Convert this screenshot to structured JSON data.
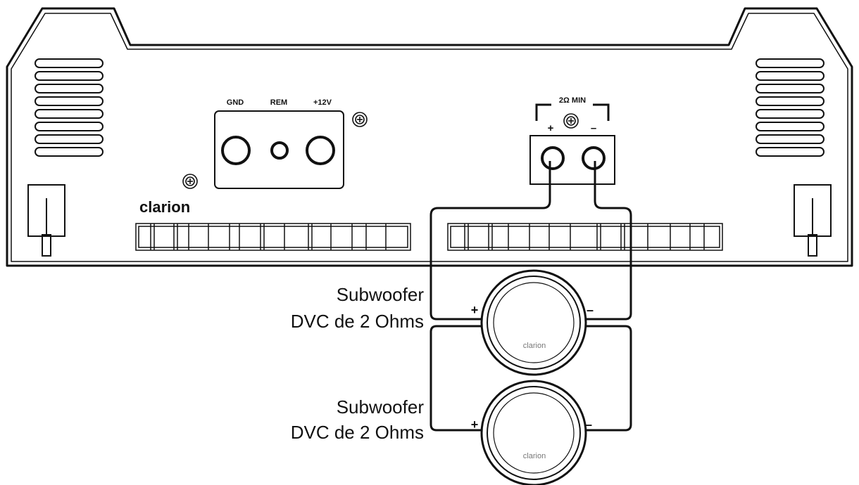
{
  "amplifier": {
    "brand": "clarion",
    "power_terminals": {
      "gnd_label": "GND",
      "rem_label": "REM",
      "v12_label": "+12V"
    },
    "speaker_terminals": {
      "min_label": "2Ω MIN",
      "plus_label": "+",
      "minus_label": "–"
    }
  },
  "subwoofers": [
    {
      "line1": "Subwoofer",
      "line2": "DVC de 2 Ohms",
      "brand": "clarion",
      "plus_label": "+",
      "minus_label": "–"
    },
    {
      "line1": "Subwoofer",
      "line2": "DVC de 2 Ohms",
      "brand": "clarion",
      "plus_label": "+",
      "minus_label": "–"
    }
  ],
  "colors": {
    "line": "#111111",
    "background": "#ffffff",
    "speaker_grey": "#777777"
  }
}
